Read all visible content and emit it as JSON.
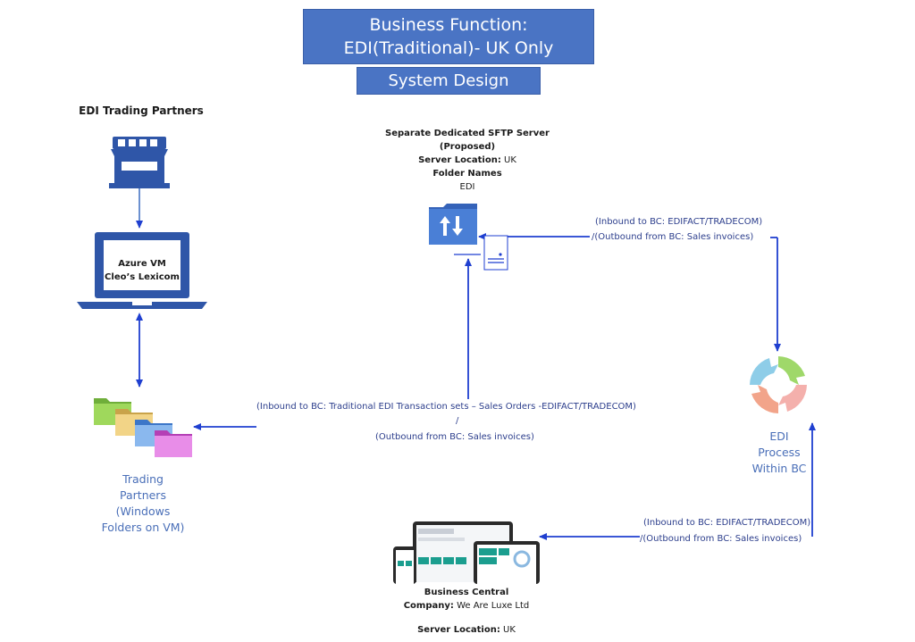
{
  "header": {
    "title_line1": "Business Function:",
    "title_line2": "EDI(Traditional)- UK Only",
    "subtitle": "System Design"
  },
  "trading_partners": {
    "title": "EDI Trading Partners",
    "vm_line1": "Azure VM",
    "vm_line2": "Cleo’s Lexicom",
    "folders_caption": [
      "Trading",
      "Partners",
      "(Windows",
      "Folders on VM)"
    ]
  },
  "sftp": {
    "line1": "Separate Dedicated SFTP Server",
    "line2": "(Proposed)",
    "location_label": "Server Location:",
    "location_value": "UK",
    "folder_label": "Folder Names",
    "folder_value": "EDI"
  },
  "flows": {
    "sftp_bc_1": "(Inbound to BC: EDIFACT/TRADECOM)",
    "sftp_bc_2": "/(Outbound from BC: Sales invoices)",
    "center_1": "(Inbound to BC: Traditional EDI Transaction sets – Sales Orders -EDIFACT/TRADECOM)",
    "center_2": "/",
    "center_3": "(Outbound from BC: Sales invoices)",
    "bottom_1": "(Inbound to BC: EDIFACT/TRADECOM)",
    "bottom_2": "/(Outbound from BC: Sales invoices)"
  },
  "edi_process": {
    "caption": [
      "EDI",
      "Process",
      "Within BC"
    ]
  },
  "business_central": {
    "title": "Business Central",
    "company_label": "Company:",
    "company_value": "We Are Luxe Ltd",
    "location_label": "Server Location:",
    "location_value": "UK"
  },
  "colors": {
    "title_bg": "#4a74c4",
    "arrow": "#1f3fd0",
    "store_icon": "#2f56a8"
  },
  "icons": [
    "store-icon",
    "laptop-icon",
    "folders-icon",
    "sftp-server-icon",
    "document-icon",
    "cycle-icon",
    "devices-icon"
  ]
}
